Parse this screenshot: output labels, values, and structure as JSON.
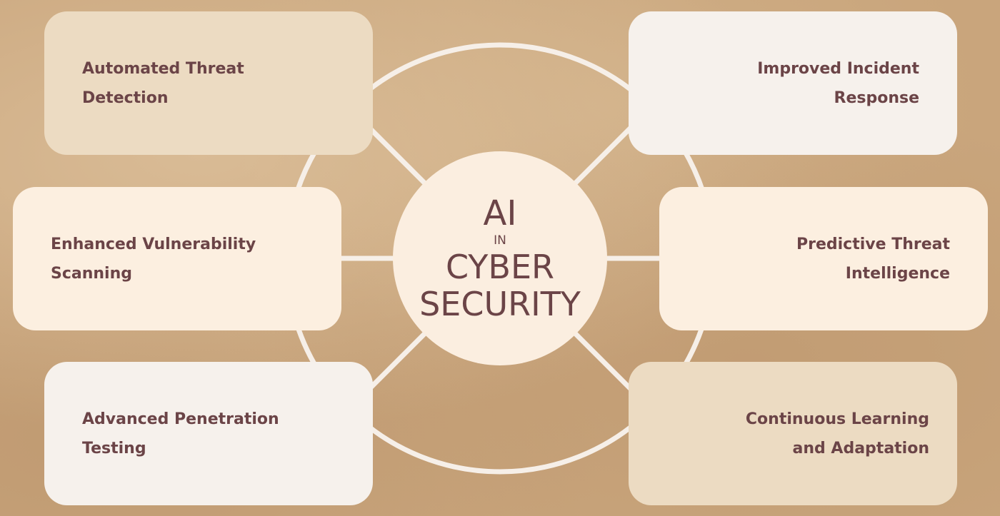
{
  "center": {
    "line1": "AI",
    "line2": "IN",
    "line3": "CYBER",
    "line4": "SECURITY"
  },
  "items": [
    {
      "line1": "Automated Threat",
      "line2": "Detection"
    },
    {
      "line1": "Improved Incident",
      "line2": "Response"
    },
    {
      "line1": "Enhanced Vulnerability",
      "line2": "Scanning"
    },
    {
      "line1": "Predictive Threat",
      "line2": "Intelligence"
    },
    {
      "line1": "Advanced Penetration",
      "line2": "Testing"
    },
    {
      "line1": "Continuous Learning",
      "line2": "and Adaptation"
    }
  ],
  "colors": {
    "text": "#6b4447",
    "lines": "#f6efe8",
    "background": "#c9a57c"
  }
}
